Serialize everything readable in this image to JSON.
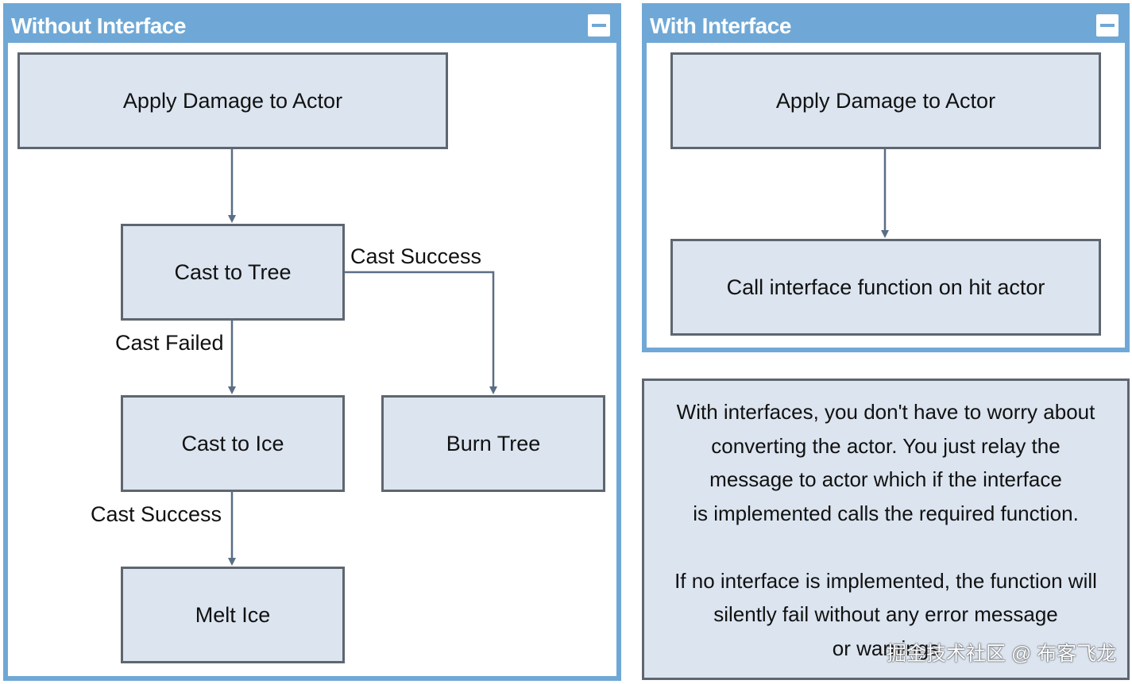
{
  "left_panel": {
    "title": "Without Interface",
    "nodes": {
      "apply_damage": "Apply Damage to Actor",
      "cast_to_tree": "Cast to Tree",
      "cast_to_ice": "Cast to Ice",
      "burn_tree": "Burn Tree",
      "melt_ice": "Melt Ice"
    },
    "edge_labels": {
      "tree_success": "Cast Success",
      "tree_failed": "Cast Failed",
      "ice_success": "Cast Success"
    }
  },
  "right_panel": {
    "title": "With Interface",
    "nodes": {
      "apply_damage": "Apply Damage to Actor",
      "call_interface": "Call interface function on hit actor"
    }
  },
  "note": {
    "lines": [
      "With interfaces, you don't have to worry about",
      "converting the actor. You just relay the",
      "message to actor which if the interface",
      "is implemented calls the required function."
    ],
    "lines_2": [
      "If no interface is implemented, the function will",
      "silently fail without any error message",
      "or warnings"
    ]
  },
  "watermark": "掘金技术社区 @ 布客飞龙",
  "colors": {
    "panel_border": "#6fa8d6",
    "node_fill": "#dbe4ef",
    "node_border": "#5e6670",
    "connector": "#5a6e86"
  }
}
